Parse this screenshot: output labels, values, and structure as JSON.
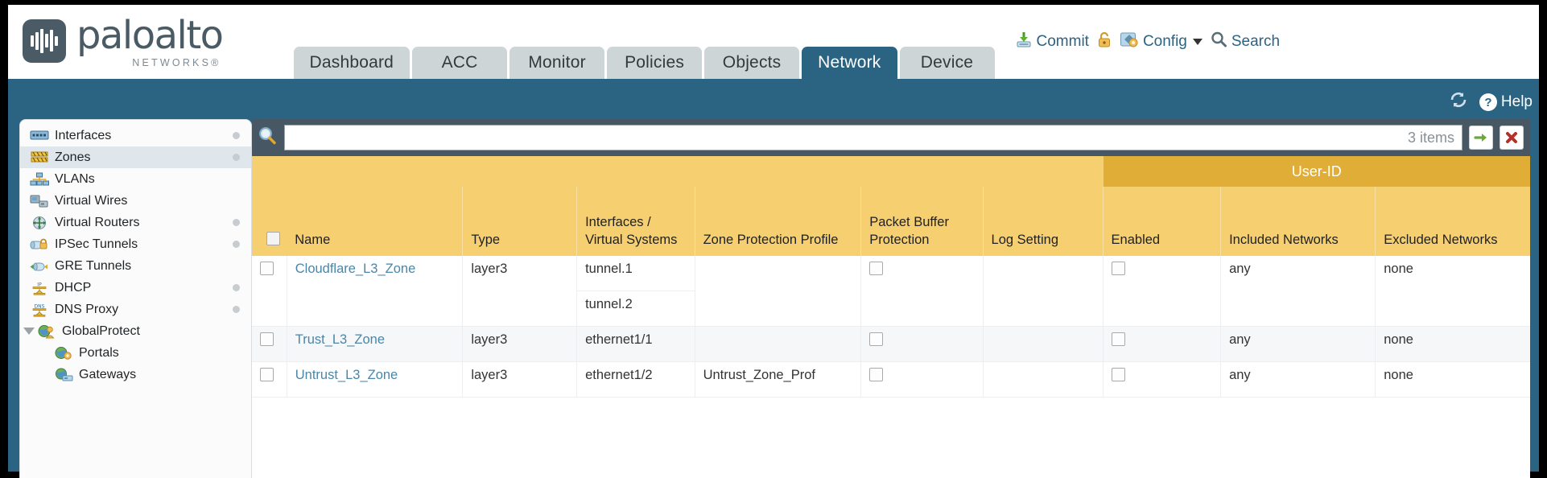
{
  "brand": {
    "name": "paloalto",
    "sub": "NETWORKS®"
  },
  "nav": {
    "tabs": [
      {
        "label": "Dashboard",
        "active": false
      },
      {
        "label": "ACC",
        "active": false
      },
      {
        "label": "Monitor",
        "active": false
      },
      {
        "label": "Policies",
        "active": false
      },
      {
        "label": "Objects",
        "active": false
      },
      {
        "label": "Network",
        "active": true
      },
      {
        "label": "Device",
        "active": false
      }
    ]
  },
  "top_actions": {
    "commit": "Commit",
    "config": "Config",
    "search": "Search"
  },
  "toolbar": {
    "help": "Help"
  },
  "sidebar": {
    "items": [
      {
        "label": "Interfaces",
        "icon": "interfaces-icon",
        "selected": false,
        "dot": true,
        "indent": false,
        "triangle": false
      },
      {
        "label": "Zones",
        "icon": "zones-icon",
        "selected": true,
        "dot": true,
        "indent": false,
        "triangle": false
      },
      {
        "label": "VLANs",
        "icon": "vlans-icon",
        "selected": false,
        "dot": false,
        "indent": false,
        "triangle": false
      },
      {
        "label": "Virtual Wires",
        "icon": "virtual-wires-icon",
        "selected": false,
        "dot": false,
        "indent": false,
        "triangle": false
      },
      {
        "label": "Virtual Routers",
        "icon": "virtual-routers-icon",
        "selected": false,
        "dot": true,
        "indent": false,
        "triangle": false
      },
      {
        "label": "IPSec Tunnels",
        "icon": "ipsec-tunnels-icon",
        "selected": false,
        "dot": true,
        "indent": false,
        "triangle": false
      },
      {
        "label": "GRE Tunnels",
        "icon": "gre-tunnels-icon",
        "selected": false,
        "dot": false,
        "indent": false,
        "triangle": false
      },
      {
        "label": "DHCP",
        "icon": "dhcp-icon",
        "selected": false,
        "dot": true,
        "indent": false,
        "triangle": false
      },
      {
        "label": "DNS Proxy",
        "icon": "dns-proxy-icon",
        "selected": false,
        "dot": true,
        "indent": false,
        "triangle": false
      },
      {
        "label": "GlobalProtect",
        "icon": "globalprotect-icon",
        "selected": false,
        "dot": false,
        "indent": false,
        "triangle": true
      },
      {
        "label": "Portals",
        "icon": "portals-icon",
        "selected": false,
        "dot": false,
        "indent": true,
        "triangle": false
      },
      {
        "label": "Gateways",
        "icon": "gateways-icon",
        "selected": false,
        "dot": false,
        "indent": true,
        "triangle": false
      }
    ]
  },
  "search": {
    "value": "",
    "item_count": "3 items",
    "apply_icon": "green-arrow-icon",
    "clear_icon": "red-x-icon"
  },
  "table": {
    "group_header": "User-ID",
    "columns": [
      "Name",
      "Type",
      "Interfaces / Virtual Systems",
      "Zone Protection Profile",
      "Packet Buffer Protection",
      "Log Setting",
      "Enabled",
      "Included Networks",
      "Excluded Networks"
    ],
    "rows": [
      {
        "name": "Cloudflare_L3_Zone",
        "type": "layer3",
        "interfaces": [
          "tunnel.1",
          "tunnel.2"
        ],
        "zone_protection_profile": "",
        "packet_buffer_protection": false,
        "log_setting": "",
        "user_id_enabled": false,
        "included_networks": "any",
        "excluded_networks": "none"
      },
      {
        "name": "Trust_L3_Zone",
        "type": "layer3",
        "interfaces": [
          "ethernet1/1"
        ],
        "zone_protection_profile": "",
        "packet_buffer_protection": false,
        "log_setting": "",
        "user_id_enabled": false,
        "included_networks": "any",
        "excluded_networks": "none"
      },
      {
        "name": "Untrust_L3_Zone",
        "type": "layer3",
        "interfaces": [
          "ethernet1/2"
        ],
        "zone_protection_profile": "Untrust_Zone_Prof",
        "packet_buffer_protection": false,
        "log_setting": "",
        "user_id_enabled": false,
        "included_networks": "any",
        "excluded_networks": "none"
      }
    ]
  },
  "colors": {
    "brand_blue": "#2b6382",
    "header_gold": "#f6cf71",
    "group_gold": "#e0ad36",
    "panel_dark": "#475763",
    "link_blue": "#4a86a8"
  }
}
